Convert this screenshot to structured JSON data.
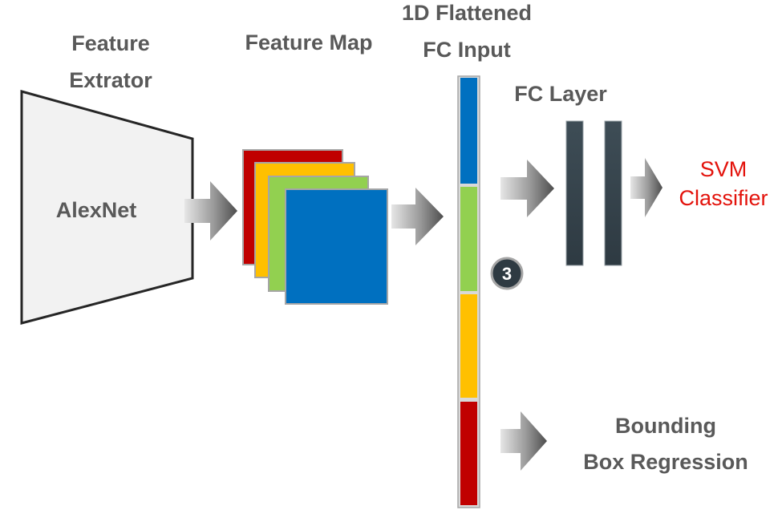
{
  "labels": {
    "feature_extractor_line1": "Feature",
    "feature_extractor_line2": "Extrator",
    "feature_map": "Feature Map",
    "flattened_line1": "1D Flattened",
    "flattened_line2": "FC Input",
    "fc_layer": "FC Layer",
    "svm_line1": "SVM",
    "svm_line2": "Classifier",
    "bbox_line1": "Bounding",
    "bbox_line2": "Box Regression",
    "alexnet": "AlexNet",
    "step_badge": "3"
  },
  "colors": {
    "red": "#c00000",
    "orange": "#ffc000",
    "green": "#92d050",
    "blue": "#0070c0",
    "fc_bar": "#37474f",
    "svm_text": "#e3120b",
    "label_gray": "#595959",
    "extractor_fill": "#f2f2f2"
  }
}
